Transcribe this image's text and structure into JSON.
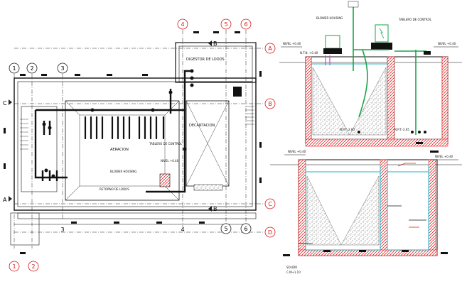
{
  "plan": {
    "labels": {
      "digestor": "DIGESTOR DE LODOS",
      "decantacion": "DECANTACION",
      "aeracion": "AERACION",
      "tablero": "TABLERO DE CONTROL",
      "blower": "BLOWER HOUSING",
      "retorno": "RETORNO DE LODOS",
      "nivel": "NIVEL +0.40"
    },
    "axes": {
      "top_numbers": [
        "1",
        "2",
        "3"
      ],
      "top_right_numbers": [
        "4",
        "5",
        "6"
      ],
      "bottom_numbers": [
        "3",
        "4",
        "5",
        "6"
      ],
      "bottom_left_numbers": [
        "1",
        "2"
      ],
      "row_letters": [
        "A",
        "B",
        "C",
        "D"
      ],
      "left_letters": [
        "C",
        "A"
      ],
      "section_marks": [
        "B",
        "B"
      ]
    }
  },
  "section_top": {
    "labels": {
      "blower": "BLOWER HOUSING",
      "tablero": "TABLERO DE CONTROL",
      "ntn": "N.T.N. +0.40",
      "nivel_left": "NIVEL +0.40",
      "nivel_right": "NIVEL +0.40",
      "npt1": "N.P.T.-2.60",
      "npt2": "N.P.T.-2.65"
    }
  },
  "section_bottom": {
    "labels": {
      "nivel_left": "NIVEL +0.40",
      "nivel_right": "NIVEL +0.40",
      "solido": "SOLIDO",
      "cm": "C.M+1.10"
    }
  }
}
